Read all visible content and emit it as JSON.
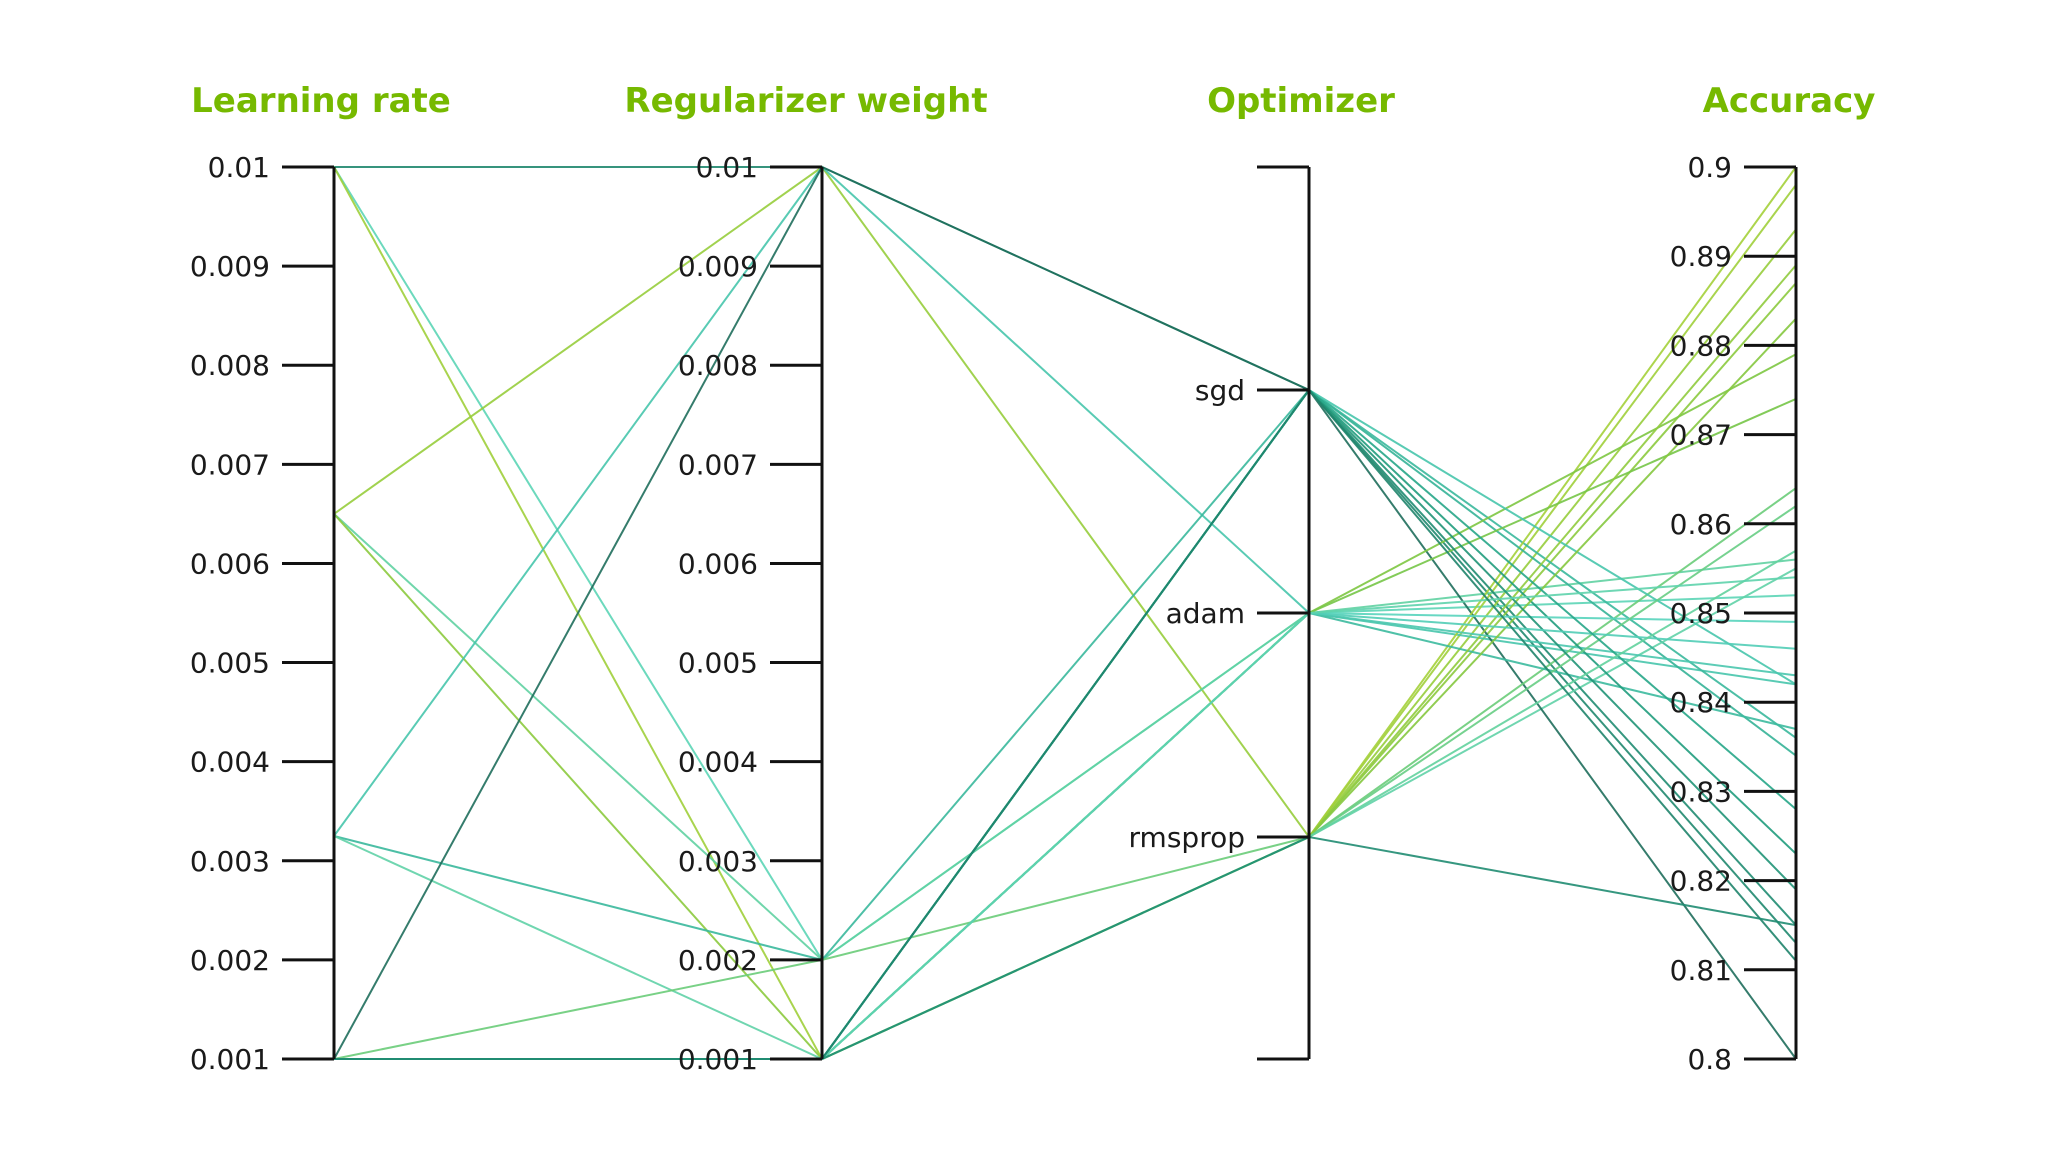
{
  "chart_data": {
    "type": "parallel-coordinates",
    "axes": [
      {
        "key": "lr",
        "title": "Learning rate",
        "kind": "numeric",
        "range": [
          0.001,
          0.01
        ],
        "ticks": [
          "0.01",
          "0.009",
          "0.008",
          "0.007",
          "0.006",
          "0.005",
          "0.004",
          "0.003",
          "0.002",
          "0.001"
        ]
      },
      {
        "key": "reg",
        "title": "Regularizer weight",
        "kind": "numeric",
        "range": [
          0.001,
          0.01
        ],
        "ticks": [
          "0.01",
          "0.009",
          "0.008",
          "0.007",
          "0.006",
          "0.005",
          "0.004",
          "0.003",
          "0.002",
          "0.001"
        ]
      },
      {
        "key": "opt",
        "title": "Optimizer",
        "kind": "categorical",
        "categories": [
          "sgd",
          "adam",
          "rmsprop"
        ]
      },
      {
        "key": "acc",
        "title": "Accuracy",
        "kind": "numeric",
        "range": [
          0.8,
          0.9
        ],
        "ticks": [
          "0.9",
          "0.89",
          "0.88",
          "0.87",
          "0.86",
          "0.85",
          "0.84",
          "0.83",
          "0.82",
          "0.81",
          "0.8"
        ]
      }
    ],
    "color_scale": [
      "#1f6e5c",
      "#20a080",
      "#5ad6c0",
      "#76c442",
      "#a4d03a"
    ],
    "color_by": "acc",
    "records": [
      {
        "lr": 0.01,
        "reg": 0.01,
        "opt": "sgd",
        "acc": 0.813
      },
      {
        "lr": 0.01,
        "reg": 0.002,
        "opt": "adam",
        "acc": 0.852
      },
      {
        "lr": 0.01,
        "reg": 0.001,
        "opt": "rmsprop",
        "acc": 0.898
      },
      {
        "lr": 0.0065,
        "reg": 0.01,
        "opt": "rmsprop",
        "acc": 0.893
      },
      {
        "lr": 0.0065,
        "reg": 0.002,
        "opt": "adam",
        "acc": 0.856
      },
      {
        "lr": 0.0065,
        "reg": 0.001,
        "opt": "rmsprop",
        "acc": 0.887
      },
      {
        "lr": 0.00325,
        "reg": 0.01,
        "opt": "adam",
        "acc": 0.842
      },
      {
        "lr": 0.00325,
        "reg": 0.002,
        "opt": "sgd",
        "acc": 0.836
      },
      {
        "lr": 0.00325,
        "reg": 0.001,
        "opt": "rmsprop",
        "acc": 0.855
      },
      {
        "lr": 0.001,
        "reg": 0.01,
        "opt": "sgd",
        "acc": 0.8
      },
      {
        "lr": 0.001,
        "reg": 0.002,
        "opt": "rmsprop",
        "acc": 0.864
      },
      {
        "lr": 0.001,
        "reg": 0.001,
        "opt": "rmsprop",
        "acc": 0.9
      },
      {
        "lr": 0.001,
        "reg": 0.001,
        "opt": "sgd",
        "acc": 0.834
      },
      {
        "lr": 0.001,
        "reg": 0.001,
        "opt": "adam",
        "acc": 0.879
      },
      {
        "lr": 0.001,
        "reg": 0.001,
        "opt": "adam",
        "acc": 0.874
      },
      {
        "lr": 0.001,
        "reg": 0.001,
        "opt": "sgd",
        "acc": 0.842
      },
      {
        "lr": 0.001,
        "reg": 0.001,
        "opt": "adam",
        "acc": 0.837
      },
      {
        "lr": 0.001,
        "reg": 0.001,
        "opt": "sgd",
        "acc": 0.815
      },
      {
        "lr": 0.001,
        "reg": 0.001,
        "opt": "rmsprop",
        "acc": 0.889
      },
      {
        "lr": 0.001,
        "reg": 0.001,
        "opt": "adam",
        "acc": 0.843
      },
      {
        "lr": 0.001,
        "reg": 0.001,
        "opt": "sgd",
        "acc": 0.823
      },
      {
        "lr": 0.001,
        "reg": 0.001,
        "opt": "rmsprop",
        "acc": 0.883
      },
      {
        "lr": 0.001,
        "reg": 0.001,
        "opt": "adam",
        "acc": 0.849
      },
      {
        "lr": 0.001,
        "reg": 0.001,
        "opt": "sgd",
        "acc": 0.819
      },
      {
        "lr": 0.001,
        "reg": 0.001,
        "opt": "rmsprop",
        "acc": 0.862
      },
      {
        "lr": 0.001,
        "reg": 0.001,
        "opt": "adam",
        "acc": 0.846
      },
      {
        "lr": 0.001,
        "reg": 0.001,
        "opt": "sgd",
        "acc": 0.828
      },
      {
        "lr": 0.001,
        "reg": 0.001,
        "opt": "rmsprop",
        "acc": 0.857
      },
      {
        "lr": 0.001,
        "reg": 0.001,
        "opt": "adam",
        "acc": 0.854
      },
      {
        "lr": 0.001,
        "reg": 0.001,
        "opt": "sgd",
        "acc": 0.811
      },
      {
        "lr": 0.001,
        "reg": 0.001,
        "opt": "rmsprop",
        "acc": 0.815
      }
    ]
  }
}
